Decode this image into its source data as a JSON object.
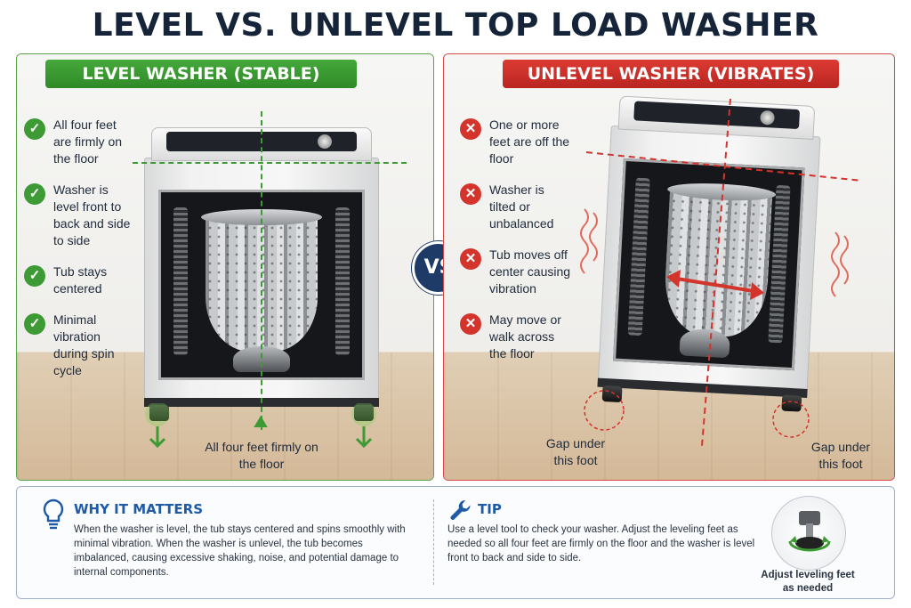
{
  "title": "LEVEL VS. UNLEVEL TOP LOAD WASHER",
  "level_panel": {
    "banner": "LEVEL WASHER (STABLE)",
    "bullets": [
      {
        "icon": "check-icon",
        "text": "All four feet are firmly on the floor"
      },
      {
        "icon": "check-icon",
        "text": "Washer is level front to back and side to side"
      },
      {
        "icon": "check-icon",
        "text": "Tub stays centered"
      },
      {
        "icon": "check-icon",
        "text": "Minimal vibration during spin cycle"
      }
    ],
    "caption": "All four feet firmly on the floor"
  },
  "vs_label": "VS",
  "unlevel_panel": {
    "banner": "UNLEVEL WASHER (VIBRATES)",
    "bullets": [
      {
        "icon": "cross-icon",
        "text": "One or more feet are off the floor"
      },
      {
        "icon": "cross-icon",
        "text": "Washer is tilted or unbalanced"
      },
      {
        "icon": "cross-icon",
        "text": "Tub moves off center causing vibration"
      },
      {
        "icon": "cross-icon",
        "text": "May move or walk across the floor"
      }
    ],
    "gap_left": "Gap under this foot",
    "gap_right": "Gap under this foot"
  },
  "why": {
    "icon": "lightbulb-icon",
    "heading": "WHY IT MATTERS",
    "text": "When the washer is level, the tub stays centered and spins smoothly with minimal vibration. When the washer is unlevel, the tub becomes imbalanced, causing excessive shaking, noise, and potential damage to internal components."
  },
  "tip": {
    "icon": "wrench-icon",
    "heading": "TIP",
    "text": "Use a level tool to check your washer. Adjust the leveling feet as needed so all four feet are firmly on the floor and the washer is level front to back and side to side.",
    "image_caption": "Adjust leveling feet as needed"
  },
  "colors": {
    "good": "#3d9a34",
    "bad": "#d3342c",
    "accent": "#1f5aa6",
    "vs": "#1e3a66"
  }
}
